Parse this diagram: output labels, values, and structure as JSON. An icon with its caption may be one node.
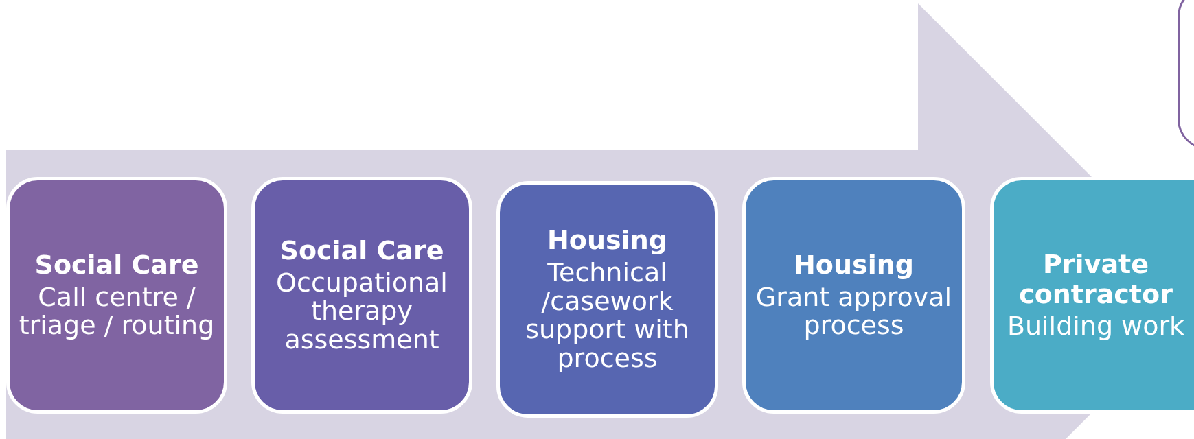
{
  "diagram": {
    "nodes": [
      {
        "text": [
          "Social Care",
          "Call centre / triage / routing"
        ]
      },
      {
        "text": [
          "Social Care",
          "Occupational therapy assessment"
        ]
      },
      {
        "text": [
          "Housing",
          "Technical /casework support with process"
        ]
      },
      {
        "text": [
          "Housing",
          "Grant approval process"
        ]
      },
      {
        "text": [
          "Private contractor",
          "Building work"
        ]
      },
      {
        "text": [],
        "shape": "box"
      }
    ]
  }
}
